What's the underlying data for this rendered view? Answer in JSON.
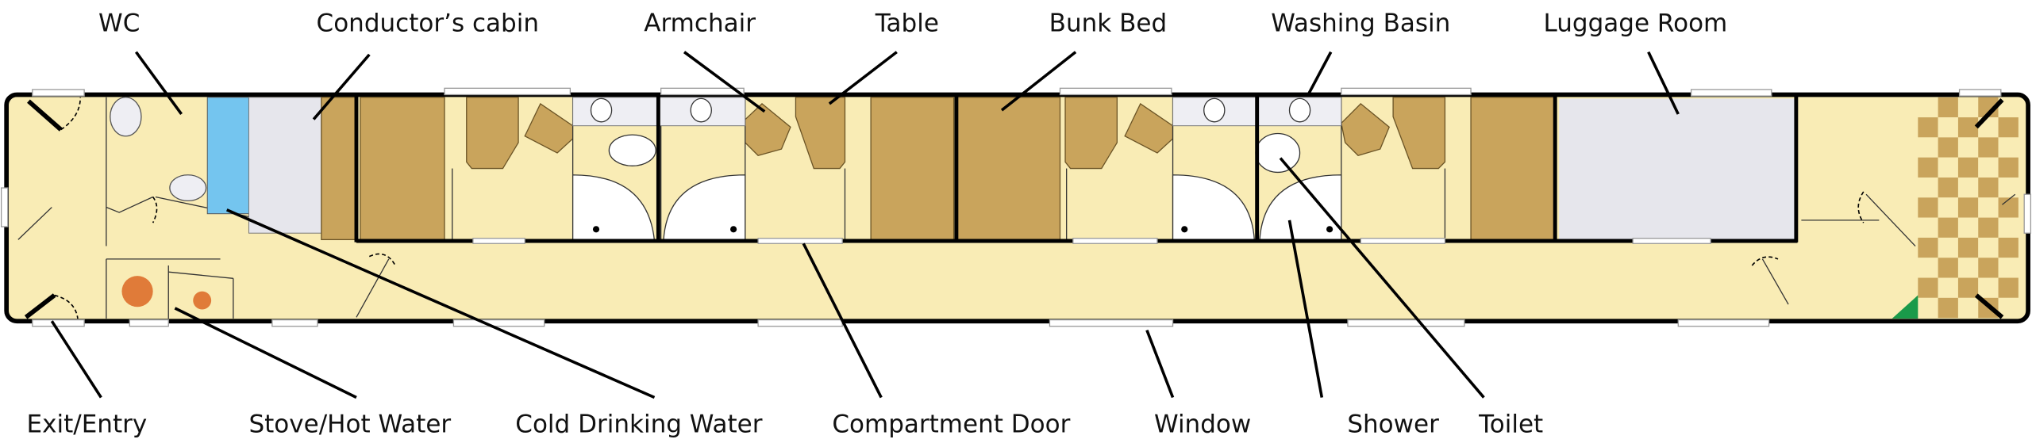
{
  "title": "Sleeping car floor plan",
  "colors": {
    "floor": "#f9ecb5",
    "furniture": "#c9a45c",
    "water": "#74c5ef",
    "storage": "#e6e6ec",
    "stove": "#e07b39",
    "marker": "#1a9a4a"
  },
  "labels_top": {
    "wc": "WC",
    "conductors_cabin": "Conductor’s cabin",
    "armchair": "Armchair",
    "table": "Table",
    "bunk_bed": "Bunk Bed",
    "washing_basin": "Washing Basin",
    "luggage_room": "Luggage Room"
  },
  "labels_bottom": {
    "exit_entry": "Exit/Entry",
    "stove_hot_water": "Stove/Hot Water",
    "cold_drinking_water": "Cold Drinking Water",
    "compartment_door": "Compartment Door",
    "window": "Window",
    "shower": "Shower",
    "toilet": "Toilet"
  }
}
